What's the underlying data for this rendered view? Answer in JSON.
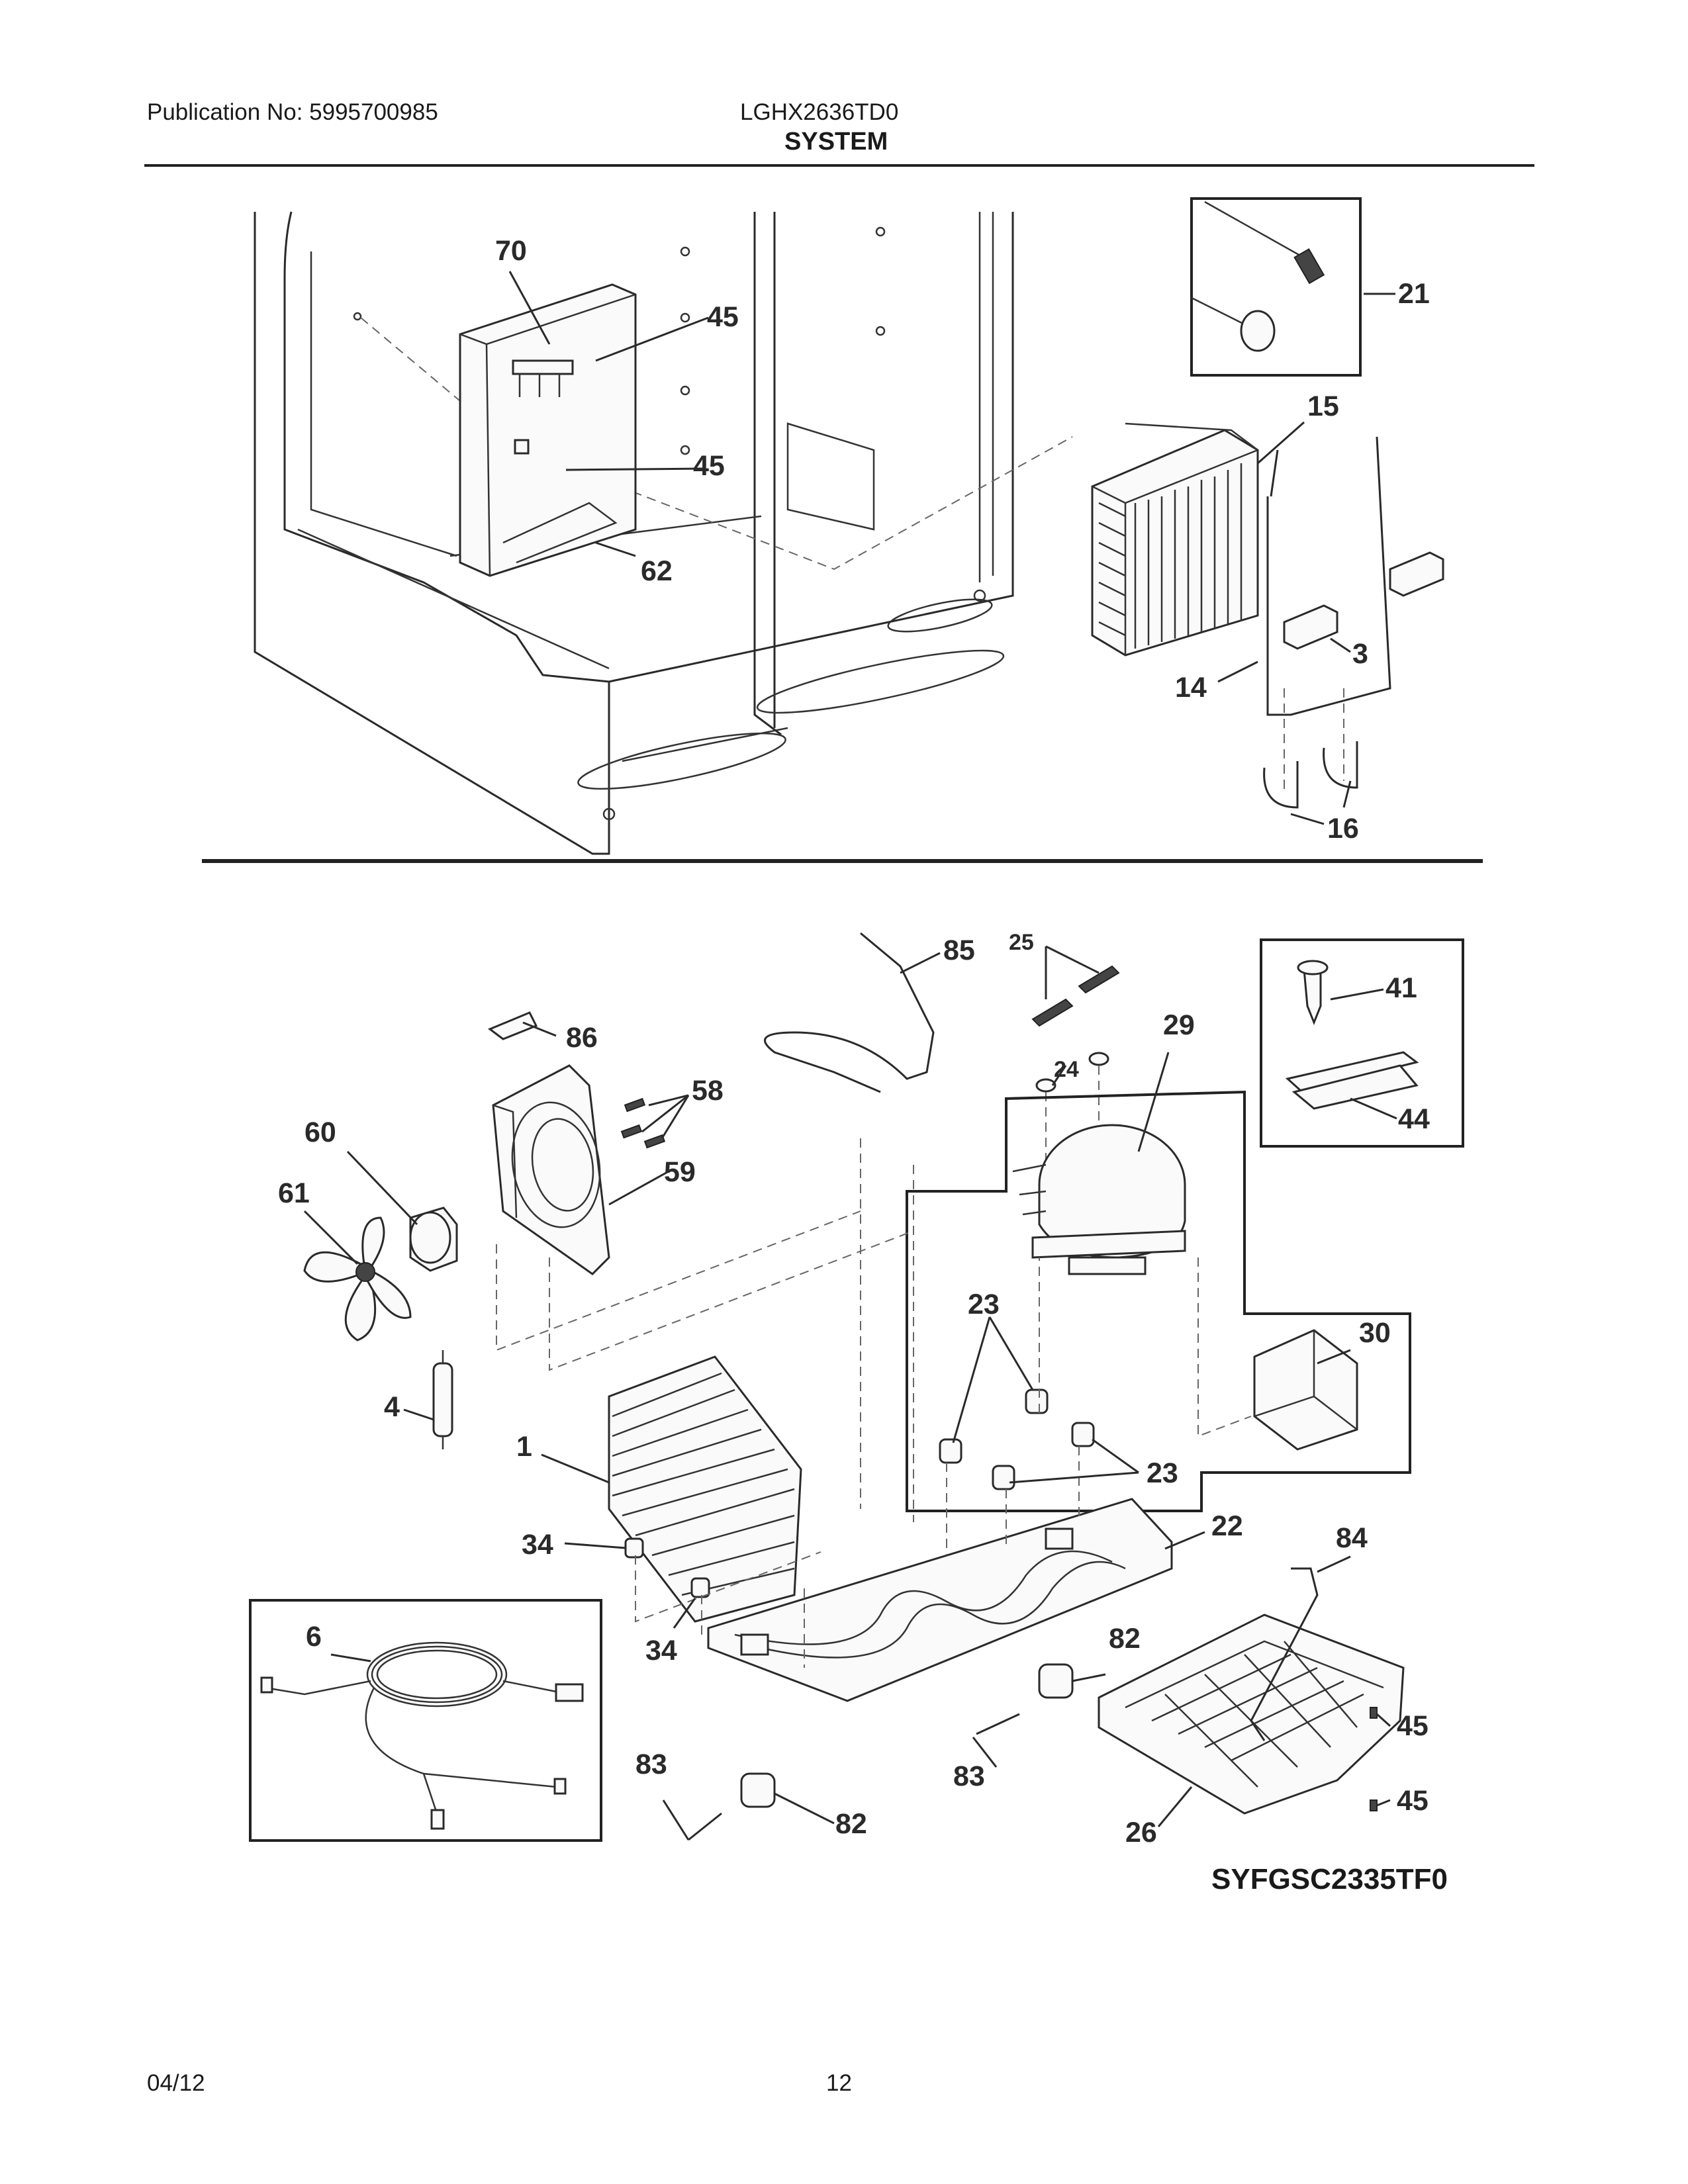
{
  "header": {
    "publication": "Publication No: 5995700985",
    "model": "LGHX2636TD0",
    "section_title": "SYSTEM"
  },
  "callouts": {
    "c70": "70",
    "c45a": "45",
    "c45b": "45",
    "c62": "62",
    "c21": "21",
    "c15": "15",
    "c3": "3",
    "c14": "14",
    "c16": "16",
    "c85": "85",
    "c25": "25",
    "c24": "24",
    "c29": "29",
    "c41": "41",
    "c44": "44",
    "c86": "86",
    "c58": "58",
    "c60": "60",
    "c59": "59",
    "c61": "61",
    "c23a": "23",
    "c23b": "23",
    "c30": "30",
    "c4": "4",
    "c1": "1",
    "c34a": "34",
    "c34b": "34",
    "c22": "22",
    "c84": "84",
    "c6": "6",
    "c82a": "82",
    "c82b": "82",
    "c83a": "83",
    "c83b": "83",
    "c45c": "45",
    "c45d": "45",
    "c26": "26"
  },
  "diagram_ref": "SYFGSC2335TF0",
  "footer": {
    "date": "04/12",
    "page": "12"
  }
}
